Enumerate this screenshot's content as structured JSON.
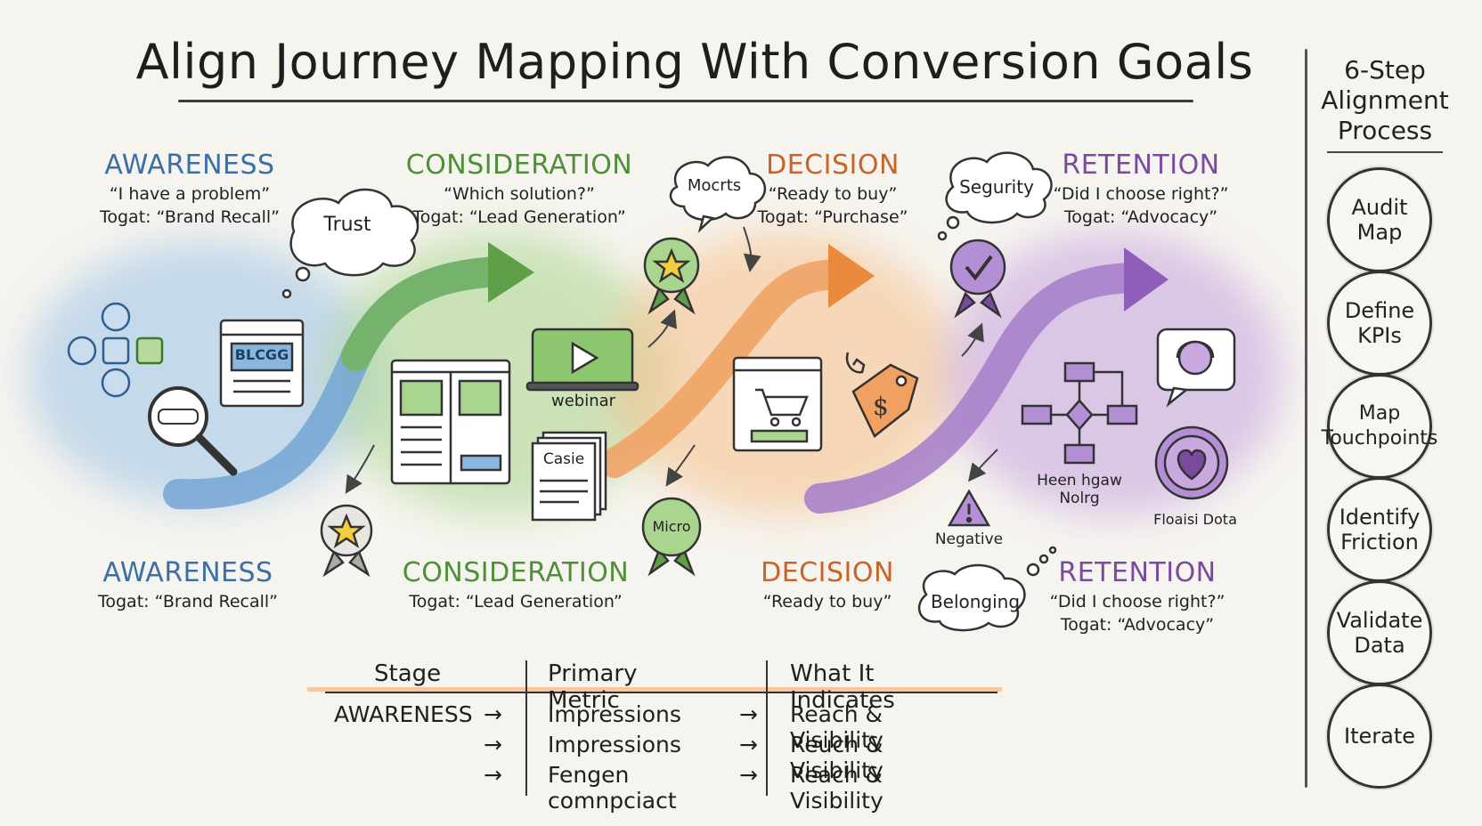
{
  "title": "Align Journey Mapping With Conversion Goals",
  "stages_top": [
    {
      "name": "AWARENESS",
      "quote": "“I have a problem”",
      "target": "Togat: “Brand Recall”"
    },
    {
      "name": "CONSIDERATION",
      "quote": "“Which solution?”",
      "target": "Togat: “Lead Generation”"
    },
    {
      "name": "DECISION",
      "quote": "“Ready to buy”",
      "target": "Togat: “Purchase”"
    },
    {
      "name": "RETENTION",
      "quote": "“Did I choose right?”",
      "target": "Togat: “Advocacy”"
    }
  ],
  "stages_bottom": [
    {
      "name": "AWARENESS",
      "line1": "Togat: “Brand Recall”",
      "line2": ""
    },
    {
      "name": "CONSIDERATION",
      "line1": "Togat: “Lead Generation”",
      "line2": ""
    },
    {
      "name": "DECISION",
      "line1": "“Ready to buy”",
      "line2": ""
    },
    {
      "name": "RETENTION",
      "line1": "“Did I choose right?”",
      "line2": "Togat: “Advocacy”"
    }
  ],
  "bubbles": {
    "trust": "Trust",
    "micro_top": "Mocrts",
    "security": "Segurity",
    "belonging": "Belonging"
  },
  "icon_labels": {
    "blog": "BLCGG",
    "webinar": "webinar",
    "case": "Casie",
    "micro_badge": "Micro",
    "flow": "Heen hgaw Nolrg",
    "negative": "Negative",
    "feedback": "Floaisi Dota"
  },
  "side_panel": {
    "title": "6-Step Alignment Process",
    "steps": [
      "Audit Map",
      "Define KPIs",
      "Map Touchpoints",
      "Identify Friction",
      "Validate Data",
      "Iterate"
    ]
  },
  "table": {
    "headers": [
      "Stage",
      "Primary Metric",
      "What It Indicates"
    ],
    "rows": [
      {
        "stage": "AWARENESS",
        "metric": "Impressions",
        "indicates": "Reach & Visibility"
      },
      {
        "stage": "",
        "metric": "Impressions",
        "indicates": "Reuch & Visibility"
      },
      {
        "stage": "",
        "metric": "Fengen comnpciact",
        "indicates": "Reach & Visibility"
      }
    ]
  },
  "colors": {
    "awareness": "#3b6fa6",
    "consideration": "#4f8f3a",
    "decision": "#c8632a",
    "retention": "#7a4a9e"
  }
}
